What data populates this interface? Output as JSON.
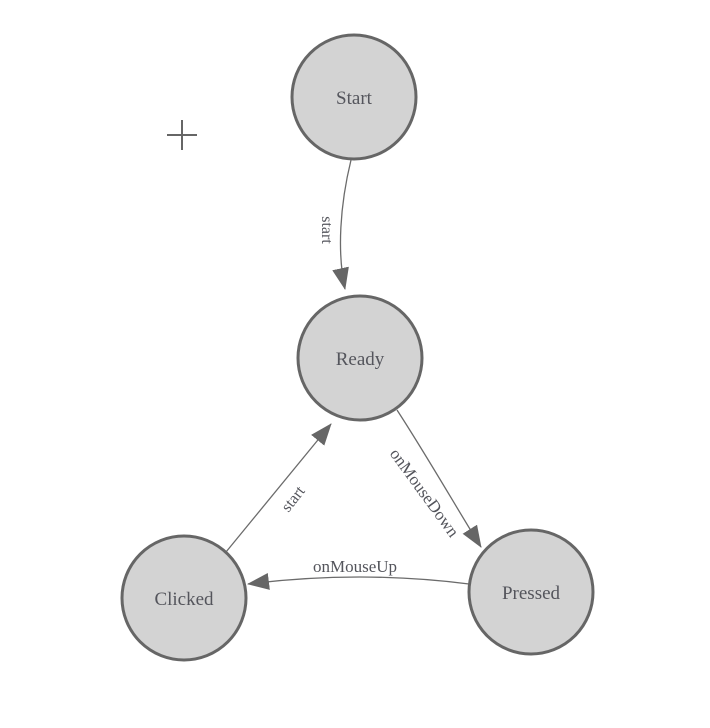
{
  "diagram": {
    "type": "state-machine",
    "colors": {
      "background": "#ffffff",
      "node_fill": "#d3d3d3",
      "node_stroke": "#666666",
      "edge_stroke": "#6b6b6b",
      "arrowhead_fill": "#666666",
      "label_text": "#54555c"
    },
    "nodes": [
      {
        "id": "start",
        "label": "Start"
      },
      {
        "id": "ready",
        "label": "Ready"
      },
      {
        "id": "clicked",
        "label": "Clicked"
      },
      {
        "id": "pressed",
        "label": "Pressed"
      }
    ],
    "edges": [
      {
        "from": "Start",
        "to": "Ready",
        "label": "start"
      },
      {
        "from": "Ready",
        "to": "Pressed",
        "label": "onMouseDown"
      },
      {
        "from": "Pressed",
        "to": "Clicked",
        "label": "onMouseUp"
      },
      {
        "from": "Clicked",
        "to": "Ready",
        "label": "start"
      }
    ],
    "cursor": {
      "icon": "crosshair"
    }
  }
}
